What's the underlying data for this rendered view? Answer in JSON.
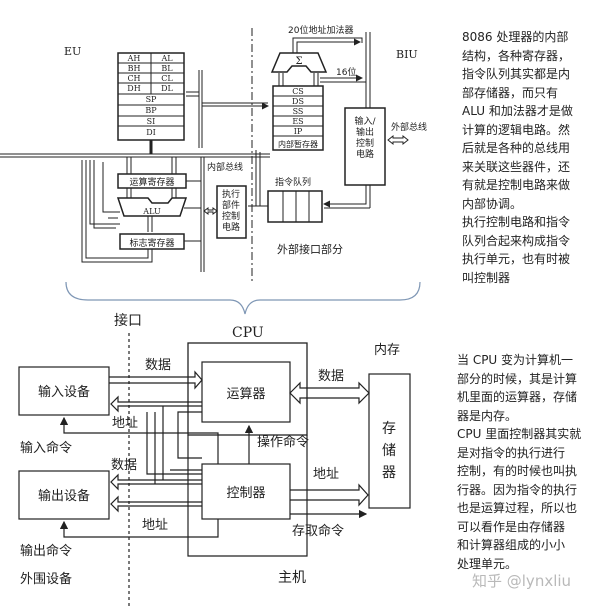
{
  "top_diagram": {
    "eu_label": "EU",
    "biu_label": "BIU",
    "general_registers": [
      [
        "AH",
        "AL"
      ],
      [
        "BH",
        "BL"
      ],
      [
        "CH",
        "CL"
      ],
      [
        "DH",
        "DL"
      ]
    ],
    "pointer_registers": [
      "SP",
      "BP",
      "SI",
      "DI"
    ],
    "segment_registers": [
      "CS",
      "DS",
      "SS",
      "ES",
      "IP"
    ],
    "internal_temp_register": "内部暂存器",
    "adder_symbol": "Σ",
    "adder_label": "20位地址加法器",
    "bus_16bit_label": "16位",
    "io_control": [
      "输入/",
      "输出",
      "控制",
      "电路"
    ],
    "external_bus_label": "外部总线",
    "internal_bus_label": "内部总线",
    "operand_register": "运算寄存器",
    "alu": "ALU",
    "flag_register": "标志寄存器",
    "exec_control": [
      "执行",
      "部件",
      "控制",
      "电路"
    ],
    "instruction_queue": "指令队列",
    "external_interface": "外部接口部分"
  },
  "bottom_diagram": {
    "interface_label": "接口",
    "cpu_label": "CPU",
    "memory_title": "内存",
    "input_device": "输入设备",
    "output_device": "输出设备",
    "alu": "运算器",
    "controller": "控制器",
    "storage": [
      "存",
      "储",
      "器"
    ],
    "data_label_1": "数据",
    "address_label_1": "地址",
    "input_command": "输入命令",
    "data_label_2": "数据",
    "address_label_2": "地址",
    "output_command": "输出命令",
    "peripherals": "外围设备",
    "host": "主机",
    "operation_command": "操作命令",
    "mem_data_label": "数据",
    "mem_address_label": "地址",
    "access_command": "存取命令"
  },
  "notes": {
    "top": "8086 处理器的内部\n结构，各种寄存器，\n指令队列其实都是内\n部存储器，而只有\nALU 和加法器才是做\n计算的逻辑电路。然\n后就是各种的总线用\n来关联这些器件，还\n有就是控制电路来做\n内部协调。\n执行控制电路和指令\n队列合起来构成指令\n执行单元，也有时被\n叫控制器",
    "bottom": "当 CPU 变为计算机一\n部分的时候，其是计算\n机里面的运算器，存储\n器是内存。\nCPU 里面控制器其实就\n是对指令的执行进行\n控制，有的时候也叫执\n行器。因为指令的执行\n也是运算过程，所以也\n可以看作是由存储器\n和计算器组成的小小\n处理单元。"
  },
  "watermark": "知乎 @lynxliu",
  "colors": {
    "brace": "#7f97b5",
    "line": "#222222"
  }
}
